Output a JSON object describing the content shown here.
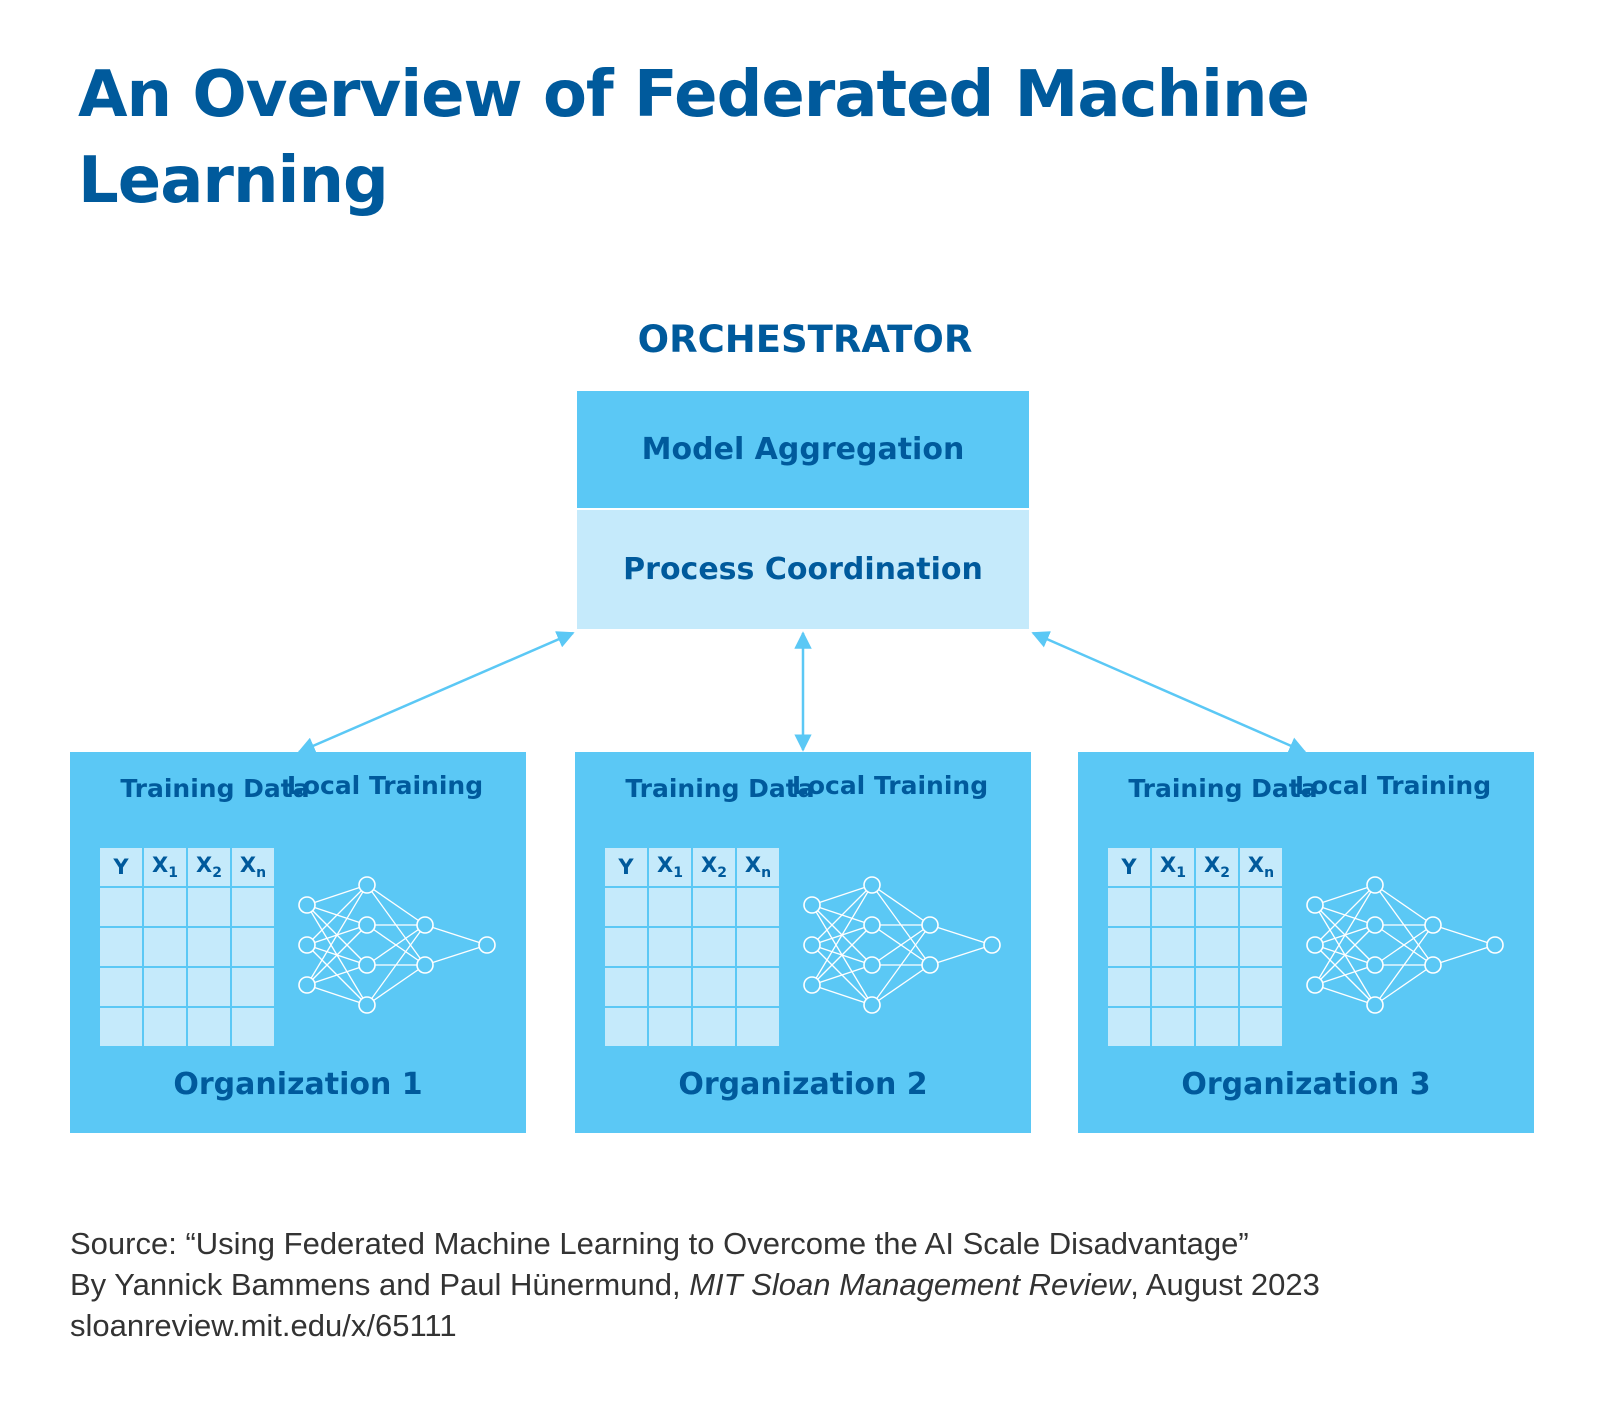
{
  "title": "An Overview of Federated Machine Learning",
  "orchestrator": {
    "label": "ORCHESTRATOR",
    "model_aggregation": "Model Aggregation",
    "process_coordination": "Process Coordination"
  },
  "organizations": [
    {
      "name": "Organization 1",
      "training_data_label": "Training Data",
      "local_training_label": "Local Training",
      "columns": [
        "Y",
        "X1",
        "X2",
        "Xn"
      ]
    },
    {
      "name": "Organization 2",
      "training_data_label": "Training Data",
      "local_training_label": "Local Training",
      "columns": [
        "Y",
        "X1",
        "X2",
        "Xn"
      ]
    },
    {
      "name": "Organization 3",
      "training_data_label": "Training Data",
      "local_training_label": "Local Training",
      "columns": [
        "Y",
        "X1",
        "X2",
        "Xn"
      ]
    }
  ],
  "source": {
    "line1": "Source: “Using Federated Machine Learning to Overcome the AI Scale Disadvantage”",
    "line2_prefix": "By Yannick Bammens and Paul Hünermund, ",
    "line2_publication": "MIT Sloan Management Review",
    "line2_suffix": ", August 2023",
    "line3": "sloanreview.mit.edu/x/65111"
  },
  "colors": {
    "title_blue": "#005a9c",
    "box_blue": "#5bc8f5",
    "light_blue": "#c5eafb",
    "arrow": "#5bc8f5"
  }
}
